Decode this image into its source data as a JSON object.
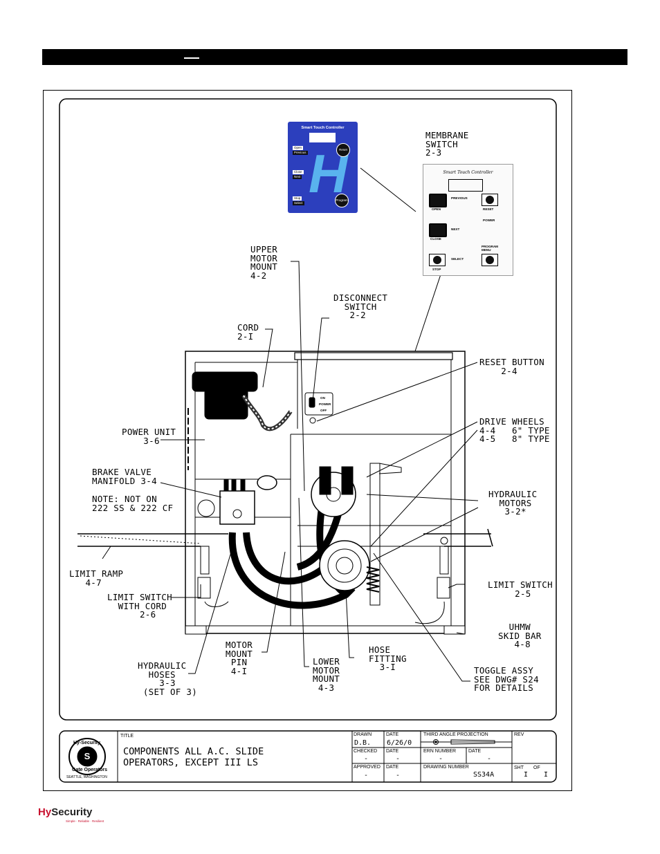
{
  "header": {
    "bar_color": "#000000"
  },
  "panel": {
    "title": "Smart Touch Controller",
    "btn_open": "Open",
    "btn_previous": "Previous",
    "btn_close": "Close",
    "btn_next": "Next",
    "btn_stop": "Stop",
    "btn_select": "Select",
    "btn_reset": "Reset",
    "btn_program": "Program",
    "color": "#2c3fbd"
  },
  "membrane": {
    "title": "Smart Touch Controller",
    "open": "OPEN",
    "close": "CLOSE",
    "stop": "STOP",
    "reset": "RESET",
    "power": "POWER",
    "program_menu": "PROGRAM\nMENU",
    "previous": "PREVIOUS",
    "next": "NEXT",
    "select": "SELECT"
  },
  "labels": {
    "membrane_switch": "MEMBRANE\nSWITCH\n2-3",
    "upper_motor_mount": "UPPER\nMOTOR\nMOUNT\n4-2",
    "disconnect_switch": "DISCONNECT\n  SWITCH\n   2-2",
    "cord": "CORD\n2-I",
    "reset_button": "RESET BUTTON\n    2-4",
    "drive_wheels": "DRIVE WHEELS\n4-4   6\" TYPE\n4-5   8\" TYPE",
    "power_unit": "POWER UNIT\n    3-6",
    "brake_valve": "BRAKE VALVE\nMANIFOLD 3-4",
    "note": "NOTE: NOT ON\n222 SS & 222 CF",
    "hydraulic_motors": "HYDRAULIC\n  MOTORS\n   3-2*",
    "limit_ramp": "LIMIT RAMP\n   4-7",
    "limit_switch_cord": "LIMIT SWITCH\n  WITH CORD\n      2-6",
    "limit_switch": "LIMIT SWITCH\n     2-5",
    "uhmw": "  UHMW\nSKID BAR\n   4-8",
    "hydraulic_hoses": "HYDRAULIC\n  HOSES\n    3-3\n (SET OF 3)",
    "motor_mount_pin": "MOTOR\nMOUNT\n PIN\n 4-I",
    "lower_motor_mount": "LOWER\nMOTOR\nMOUNT\n 4-3",
    "hose_fitting": "HOSE\nFITTING\n  3-I",
    "toggle_assy": "TOGGLE ASSY\nSEE DWG# S24\nFOR DETAILS",
    "switch_on": "ON",
    "switch_power": "POWER",
    "switch_off": "OFF"
  },
  "title_block": {
    "title_label": "TITLE",
    "title_text": "COMPONENTS ALL A.C. SLIDE\nOPERATORS, EXCEPT III LS",
    "drawn_label": "DRAWN",
    "drawn_value": "D.B.",
    "date_label": "DATE",
    "drawn_date": "6/26/0",
    "checked_label": "CHECKED",
    "checked_value": "-",
    "checked_date": "-",
    "approved_label": "APPROVED",
    "approved_value": "-",
    "approved_date": "-",
    "projection_label": "THIRD ANGLE PROJECTION",
    "ern_label": "ERN NUMBER",
    "ern_value": "-",
    "ern_date_label": "DATE",
    "ern_date": "-",
    "drawing_number_label": "DRAWING NUMBER",
    "drawing_number": "SS34A",
    "rev_label": "REV",
    "sht_label": "SHT",
    "sht_value": "I",
    "of_label": "OF",
    "of_value": "I",
    "logo_text_top": "Hy-Security",
    "logo_text_bottom": "Gate Operators",
    "logo_city": "SEATTLE, WASHINGTON"
  },
  "footer": {
    "brand_a": "Hy",
    "brand_b": "Security",
    "tagline": "Simple · Reliable · Resilient",
    "brand_color": "#c8102e"
  }
}
